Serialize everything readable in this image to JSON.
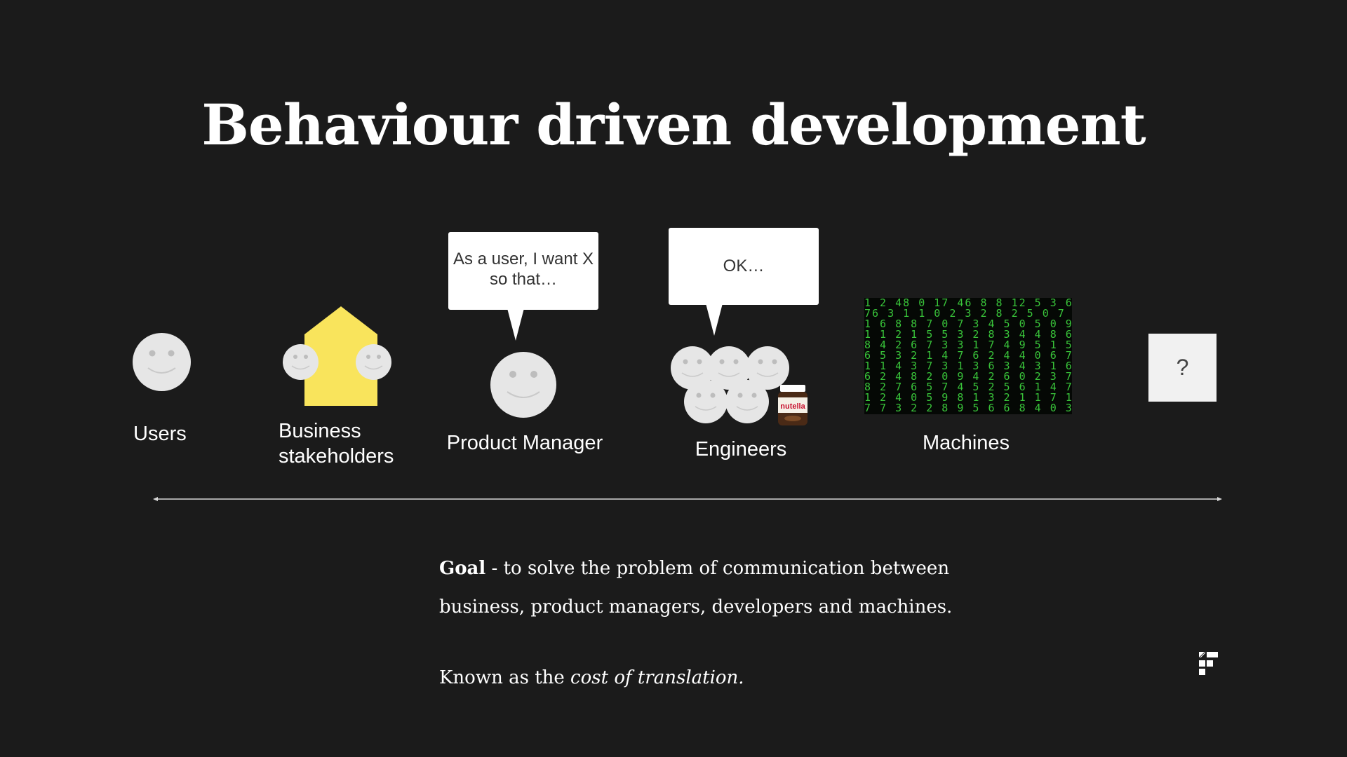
{
  "slide": {
    "title": "Behaviour driven development"
  },
  "actors": {
    "users": {
      "label": "Users"
    },
    "business": {
      "label_line1": "Business",
      "label_line2": "stakeholders",
      "house_color": "#f9e45c"
    },
    "product_manager": {
      "label": "Product Manager",
      "speech_line1": "As a user, I want X",
      "speech_line2": "so that…"
    },
    "engineers": {
      "label": "Engineers",
      "speech": "OK…",
      "jar_label": "nutella"
    },
    "machines": {
      "label": "Machines"
    },
    "unknown": {
      "label": "?"
    }
  },
  "goal": {
    "bold": "Goal",
    "line1_rest": " - to solve the problem of communication between",
    "line2": "business, product managers, developers and machines."
  },
  "known": {
    "prefix": "Known as the ",
    "italic": "cost of translation."
  },
  "icons": {
    "logo": "brand-logo-icon",
    "arrow": "double-arrow-line"
  }
}
